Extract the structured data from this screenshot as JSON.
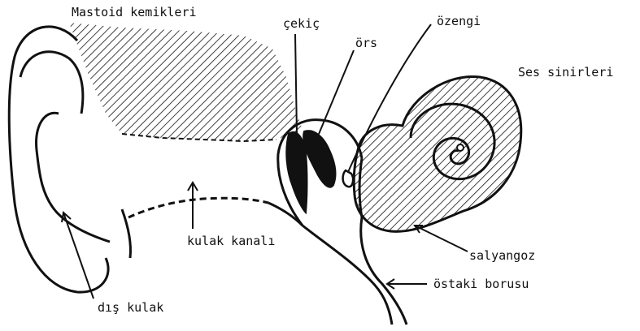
{
  "labels": {
    "mastoid": "Mastoid kemikleri",
    "cekic": "çekiç",
    "ors": "örs",
    "ozengi": "özengi",
    "ses_sinirleri": "Ses sinirleri",
    "kulak_kanali": "kulak kanalı",
    "salyangoz": "salyangoz",
    "ostaki": "östaki borusu",
    "dis_kulak": "dış kulak"
  },
  "colors": {
    "ink": "#111111",
    "background": "#ffffff"
  }
}
